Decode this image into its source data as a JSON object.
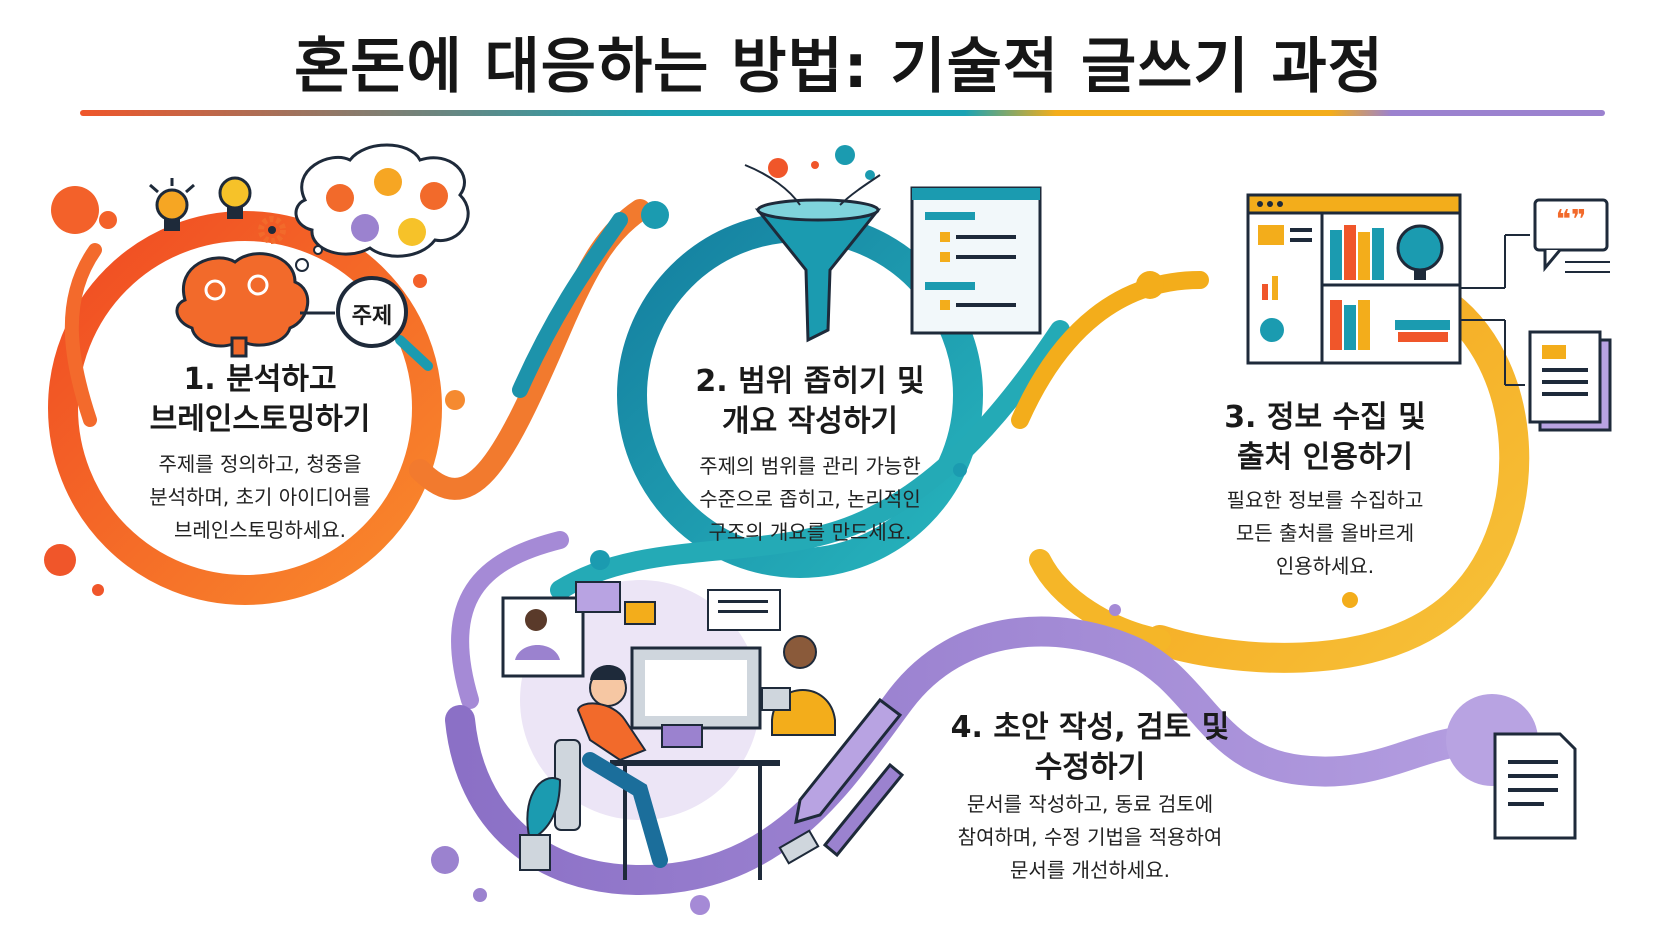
{
  "title": "혼돈에 대응하는 방법: 기술적 글쓰기 과정",
  "colors": {
    "orange": "#f26a2b",
    "teal": "#1b9bb0",
    "yellow": "#f2aa1c",
    "purple": "#9b82cf",
    "ink": "#1e2a3a"
  },
  "steps": [
    {
      "title_line1": "1. 분석하고",
      "title_line2": "브레인스토밍하기",
      "desc_line1": "주제를 정의하고, 청중을",
      "desc_line2": "분석하며, 초기 아이디어를",
      "desc_line3": "브레인스토밍하세요.",
      "topic_label": "주제",
      "icons": [
        "lightbulb-icon",
        "gear-icon",
        "brain-icon",
        "thought-bubble-icon",
        "magnifier-icon"
      ]
    },
    {
      "title_line1": "2. 범위 좁히기 및",
      "title_line2": "개요 작성하기",
      "desc_line1": "주제의 범위를 관리 가능한",
      "desc_line2": "수준으로 좁히고, 논리적인",
      "desc_line3": "구조의 개요를 만드세요.",
      "icons": [
        "funnel-icon",
        "outline-document-icon"
      ]
    },
    {
      "title_line1": "3. 정보 수집 및",
      "title_line2": "출처 인용하기",
      "desc_line1": "필요한 정보를 수집하고",
      "desc_line2": "모든 출처를 올바르게",
      "desc_line3": "인용하세요.",
      "quote_glyph": "❝❞",
      "icons": [
        "browser-window-icon",
        "bookshelf-icon",
        "globe-icon",
        "quote-bubble-icon",
        "papers-icon"
      ]
    },
    {
      "title_line1": "4. 초안 작성, 검토 및",
      "title_line2": "수정하기",
      "desc_line1": "문서를 작성하고, 동료 검토에",
      "desc_line2": "참여하며, 수정 기법을 적용하여",
      "desc_line3": "문서를 개선하세요.",
      "icons": [
        "writer-at-desk-icon",
        "reviewer-icon",
        "chat-bubble-icon",
        "pen-icon",
        "document-icon"
      ]
    }
  ]
}
